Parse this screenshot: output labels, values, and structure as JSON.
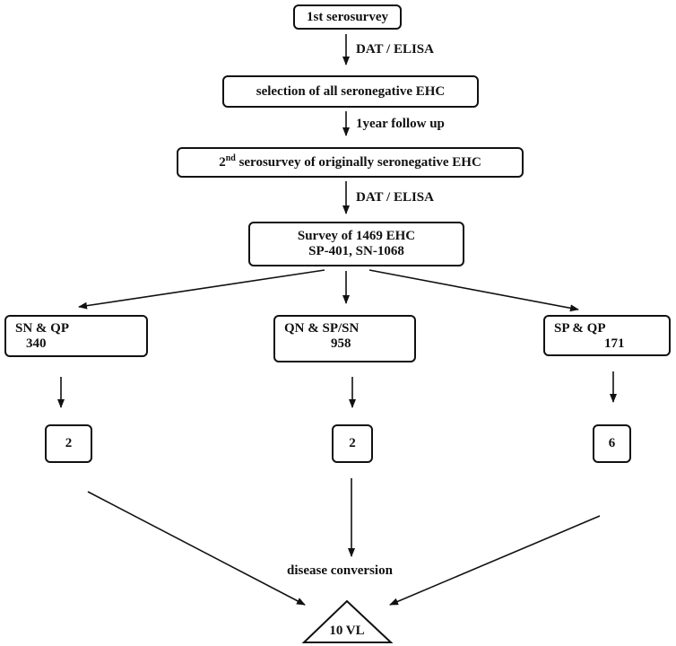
{
  "boxes": {
    "serosurvey1": "1st serosurvey",
    "selection": "selection of all seronegative EHC",
    "serosurvey2": {
      "prefix": "2",
      "sup": "nd",
      "rest": " serosurvey of originally seronegative EHC"
    },
    "survey": {
      "line1": "Survey of 1469 EHC",
      "line2": "SP-401, SN-1068"
    },
    "groups": [
      {
        "name": "SN & QP",
        "count": "340",
        "cases": "2"
      },
      {
        "name": "QN & SP/SN",
        "count": "958",
        "cases": "2"
      },
      {
        "name": "SP & QP",
        "count": "171",
        "cases": "6"
      }
    ]
  },
  "arrow_labels": {
    "a1": "DAT / ELISA",
    "a2": "1year follow up",
    "a3": "DAT / ELISA"
  },
  "conversion_label": "disease conversion",
  "result": "10 VL"
}
